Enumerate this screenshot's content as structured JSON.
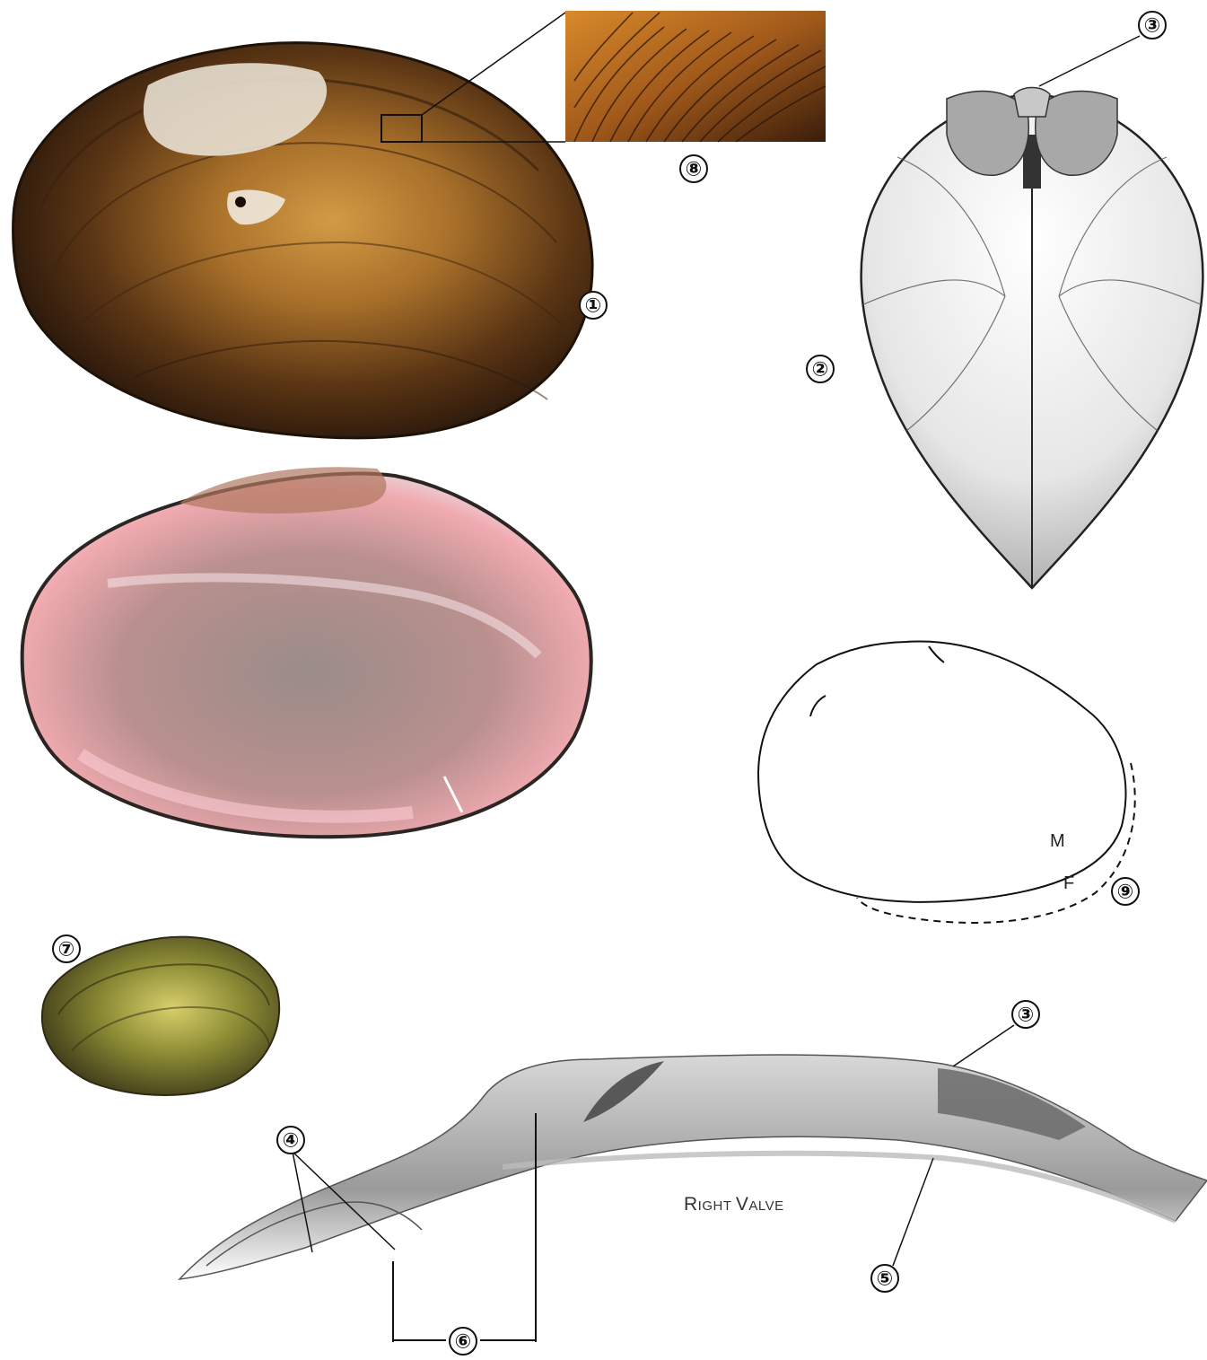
{
  "callouts": {
    "c1": "①",
    "c2": "②",
    "c3a": "③",
    "c3b": "③",
    "c4": "④",
    "c5": "⑤",
    "c6": "⑥",
    "c7": "⑦",
    "c8": "⑧",
    "c9": "⑨"
  },
  "outline_labels": {
    "male": "M",
    "female": "F"
  },
  "hinge_label": {
    "big1": "R",
    "small1": "IGHT",
    "big2": "V",
    "small2": "ALVE"
  },
  "colors": {
    "periostracum_dark": "#2a180b",
    "periostracum_gold": "#b57a2c",
    "nacre_pink": "#e9a7a6",
    "nacre_gray": "#8d8583",
    "juvenile_olive": "#7a7a2e"
  }
}
